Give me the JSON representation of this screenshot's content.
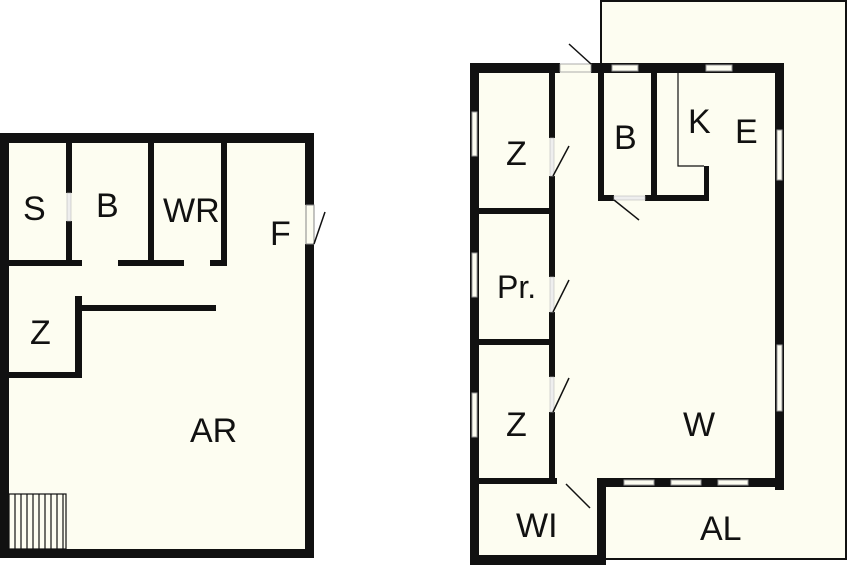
{
  "floors": [
    {
      "rooms": [
        {
          "id": "s",
          "label": "S"
        },
        {
          "id": "b",
          "label": "B"
        },
        {
          "id": "wr",
          "label": "WR"
        },
        {
          "id": "f",
          "label": "F"
        },
        {
          "id": "z",
          "label": "Z"
        },
        {
          "id": "ar",
          "label": "AR"
        }
      ]
    },
    {
      "rooms": [
        {
          "id": "z1",
          "label": "Z"
        },
        {
          "id": "b",
          "label": "B"
        },
        {
          "id": "k",
          "label": "K"
        },
        {
          "id": "e",
          "label": "E"
        },
        {
          "id": "pr",
          "label": "Pr."
        },
        {
          "id": "z2",
          "label": "Z"
        },
        {
          "id": "w",
          "label": "W"
        },
        {
          "id": "wi",
          "label": "WI"
        },
        {
          "id": "al",
          "label": "AL"
        }
      ]
    }
  ],
  "colors": {
    "floor_fill": "#fdfdf1",
    "wall": "#111111",
    "page": "#ffffff"
  }
}
